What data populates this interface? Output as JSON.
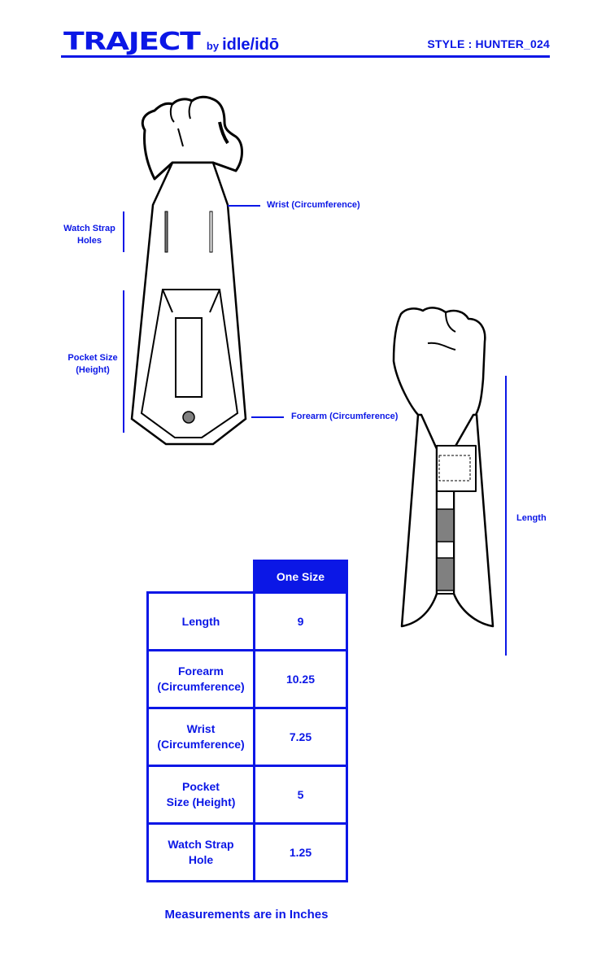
{
  "header": {
    "brand": "TRAJECT",
    "brand_by": "by",
    "brand_sub": "idle/idō",
    "style_code": "STYLE : HUNTER_024",
    "accent_color": "#0b17e6"
  },
  "diagram": {
    "front_view": {
      "labels": {
        "wrist": "Wrist (Circumference)",
        "watch_strap_holes": [
          "Watch Strap",
          "Holes"
        ],
        "pocket_size": [
          "Pocket Size",
          "(Height)"
        ],
        "forearm": "Forearm (Circumference)"
      }
    },
    "side_view": {
      "labels": {
        "length": "Length"
      }
    },
    "icons": [
      "fist-icon",
      "arm-sleeve-front-icon",
      "arm-sleeve-side-icon"
    ]
  },
  "size_table": {
    "column_header": "One Size",
    "rows": [
      {
        "label": [
          "Length"
        ],
        "value": "9"
      },
      {
        "label": [
          "Forearm",
          "(Circumference)"
        ],
        "value": "10.25"
      },
      {
        "label": [
          "Wrist",
          "(Circumference)"
        ],
        "value": "7.25"
      },
      {
        "label": [
          "Pocket",
          "Size (Height)"
        ],
        "value": "5"
      },
      {
        "label": [
          "Watch Strap",
          "Hole"
        ],
        "value": "1.25"
      }
    ]
  },
  "footnote": "Measurements are in Inches"
}
